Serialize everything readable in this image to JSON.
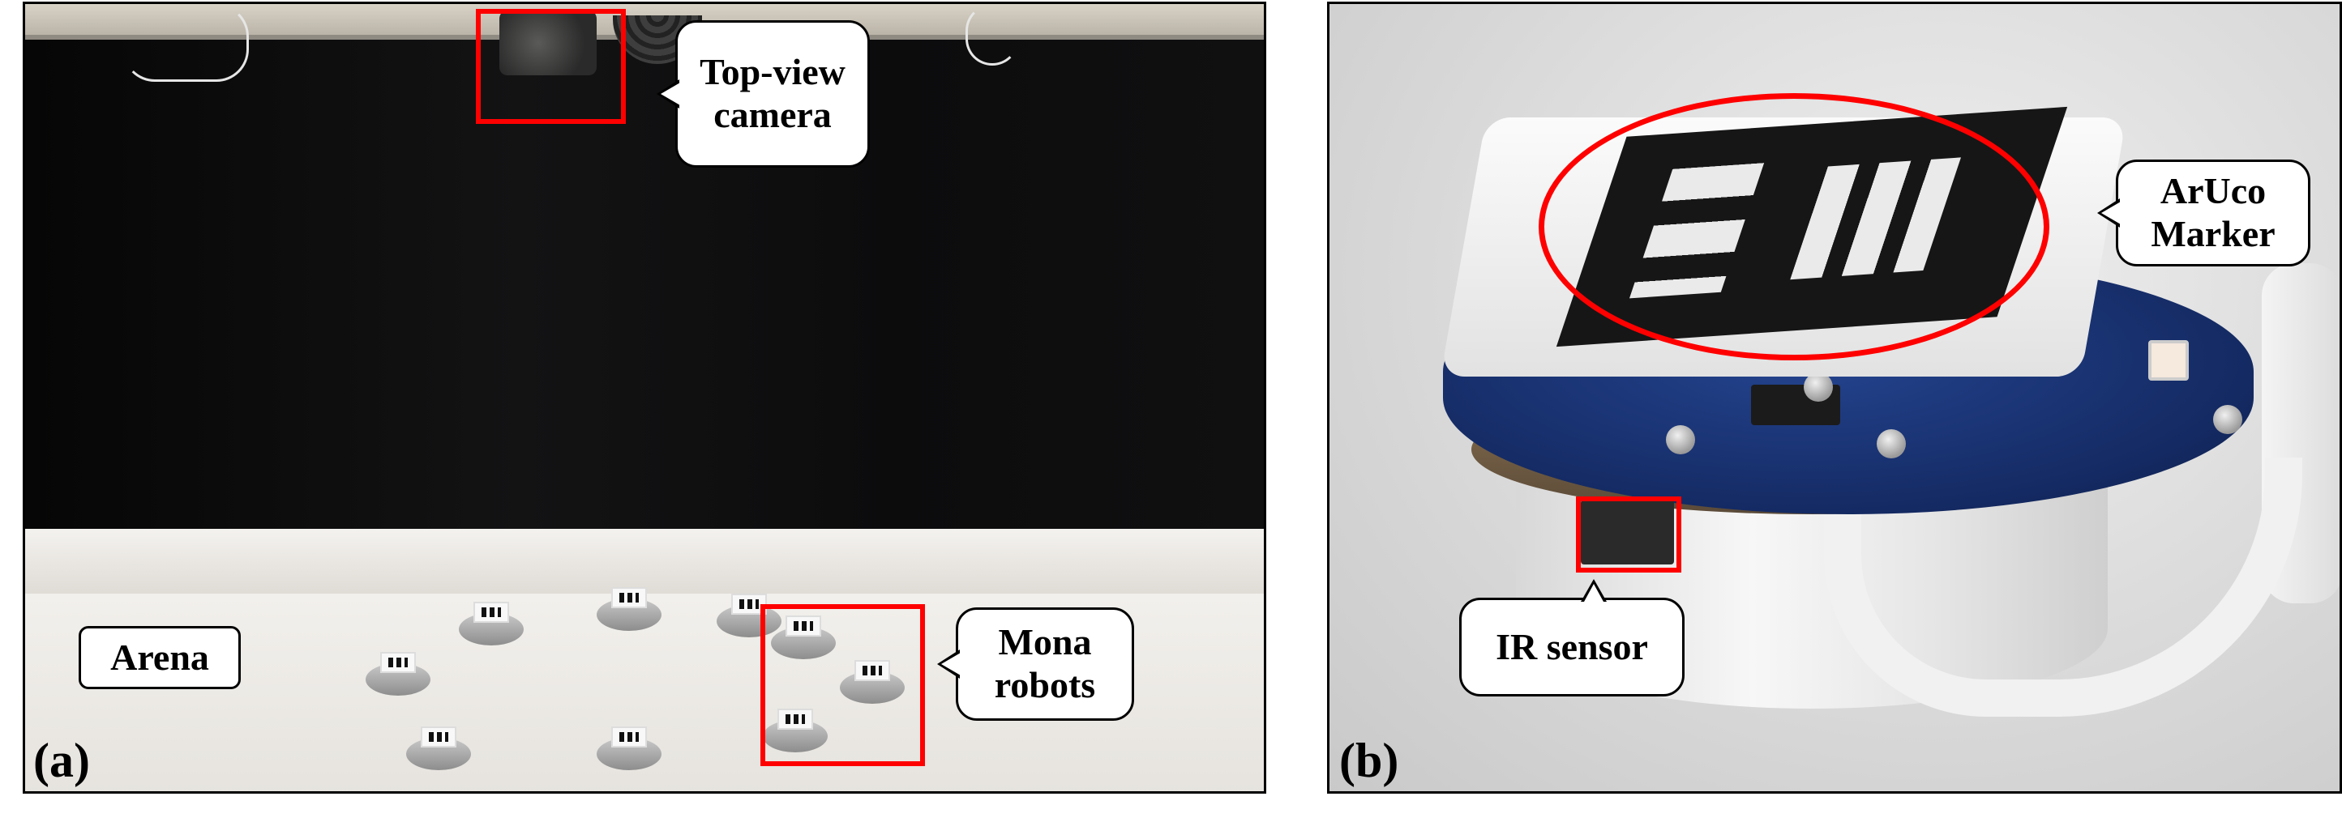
{
  "panels": {
    "a": {
      "label": "(a)",
      "callouts": {
        "camera": [
          "Top-view",
          "camera"
        ],
        "robots": [
          "Mona",
          "robots"
        ],
        "arena": "Arena"
      }
    },
    "b": {
      "label": "(b)",
      "callouts": {
        "marker": [
          "ArUco",
          "Marker"
        ],
        "ir": "IR sensor"
      }
    }
  },
  "colors": {
    "highlight": "#ff0000",
    "callout_fill": "#ffffff",
    "callout_border": "#000000"
  }
}
